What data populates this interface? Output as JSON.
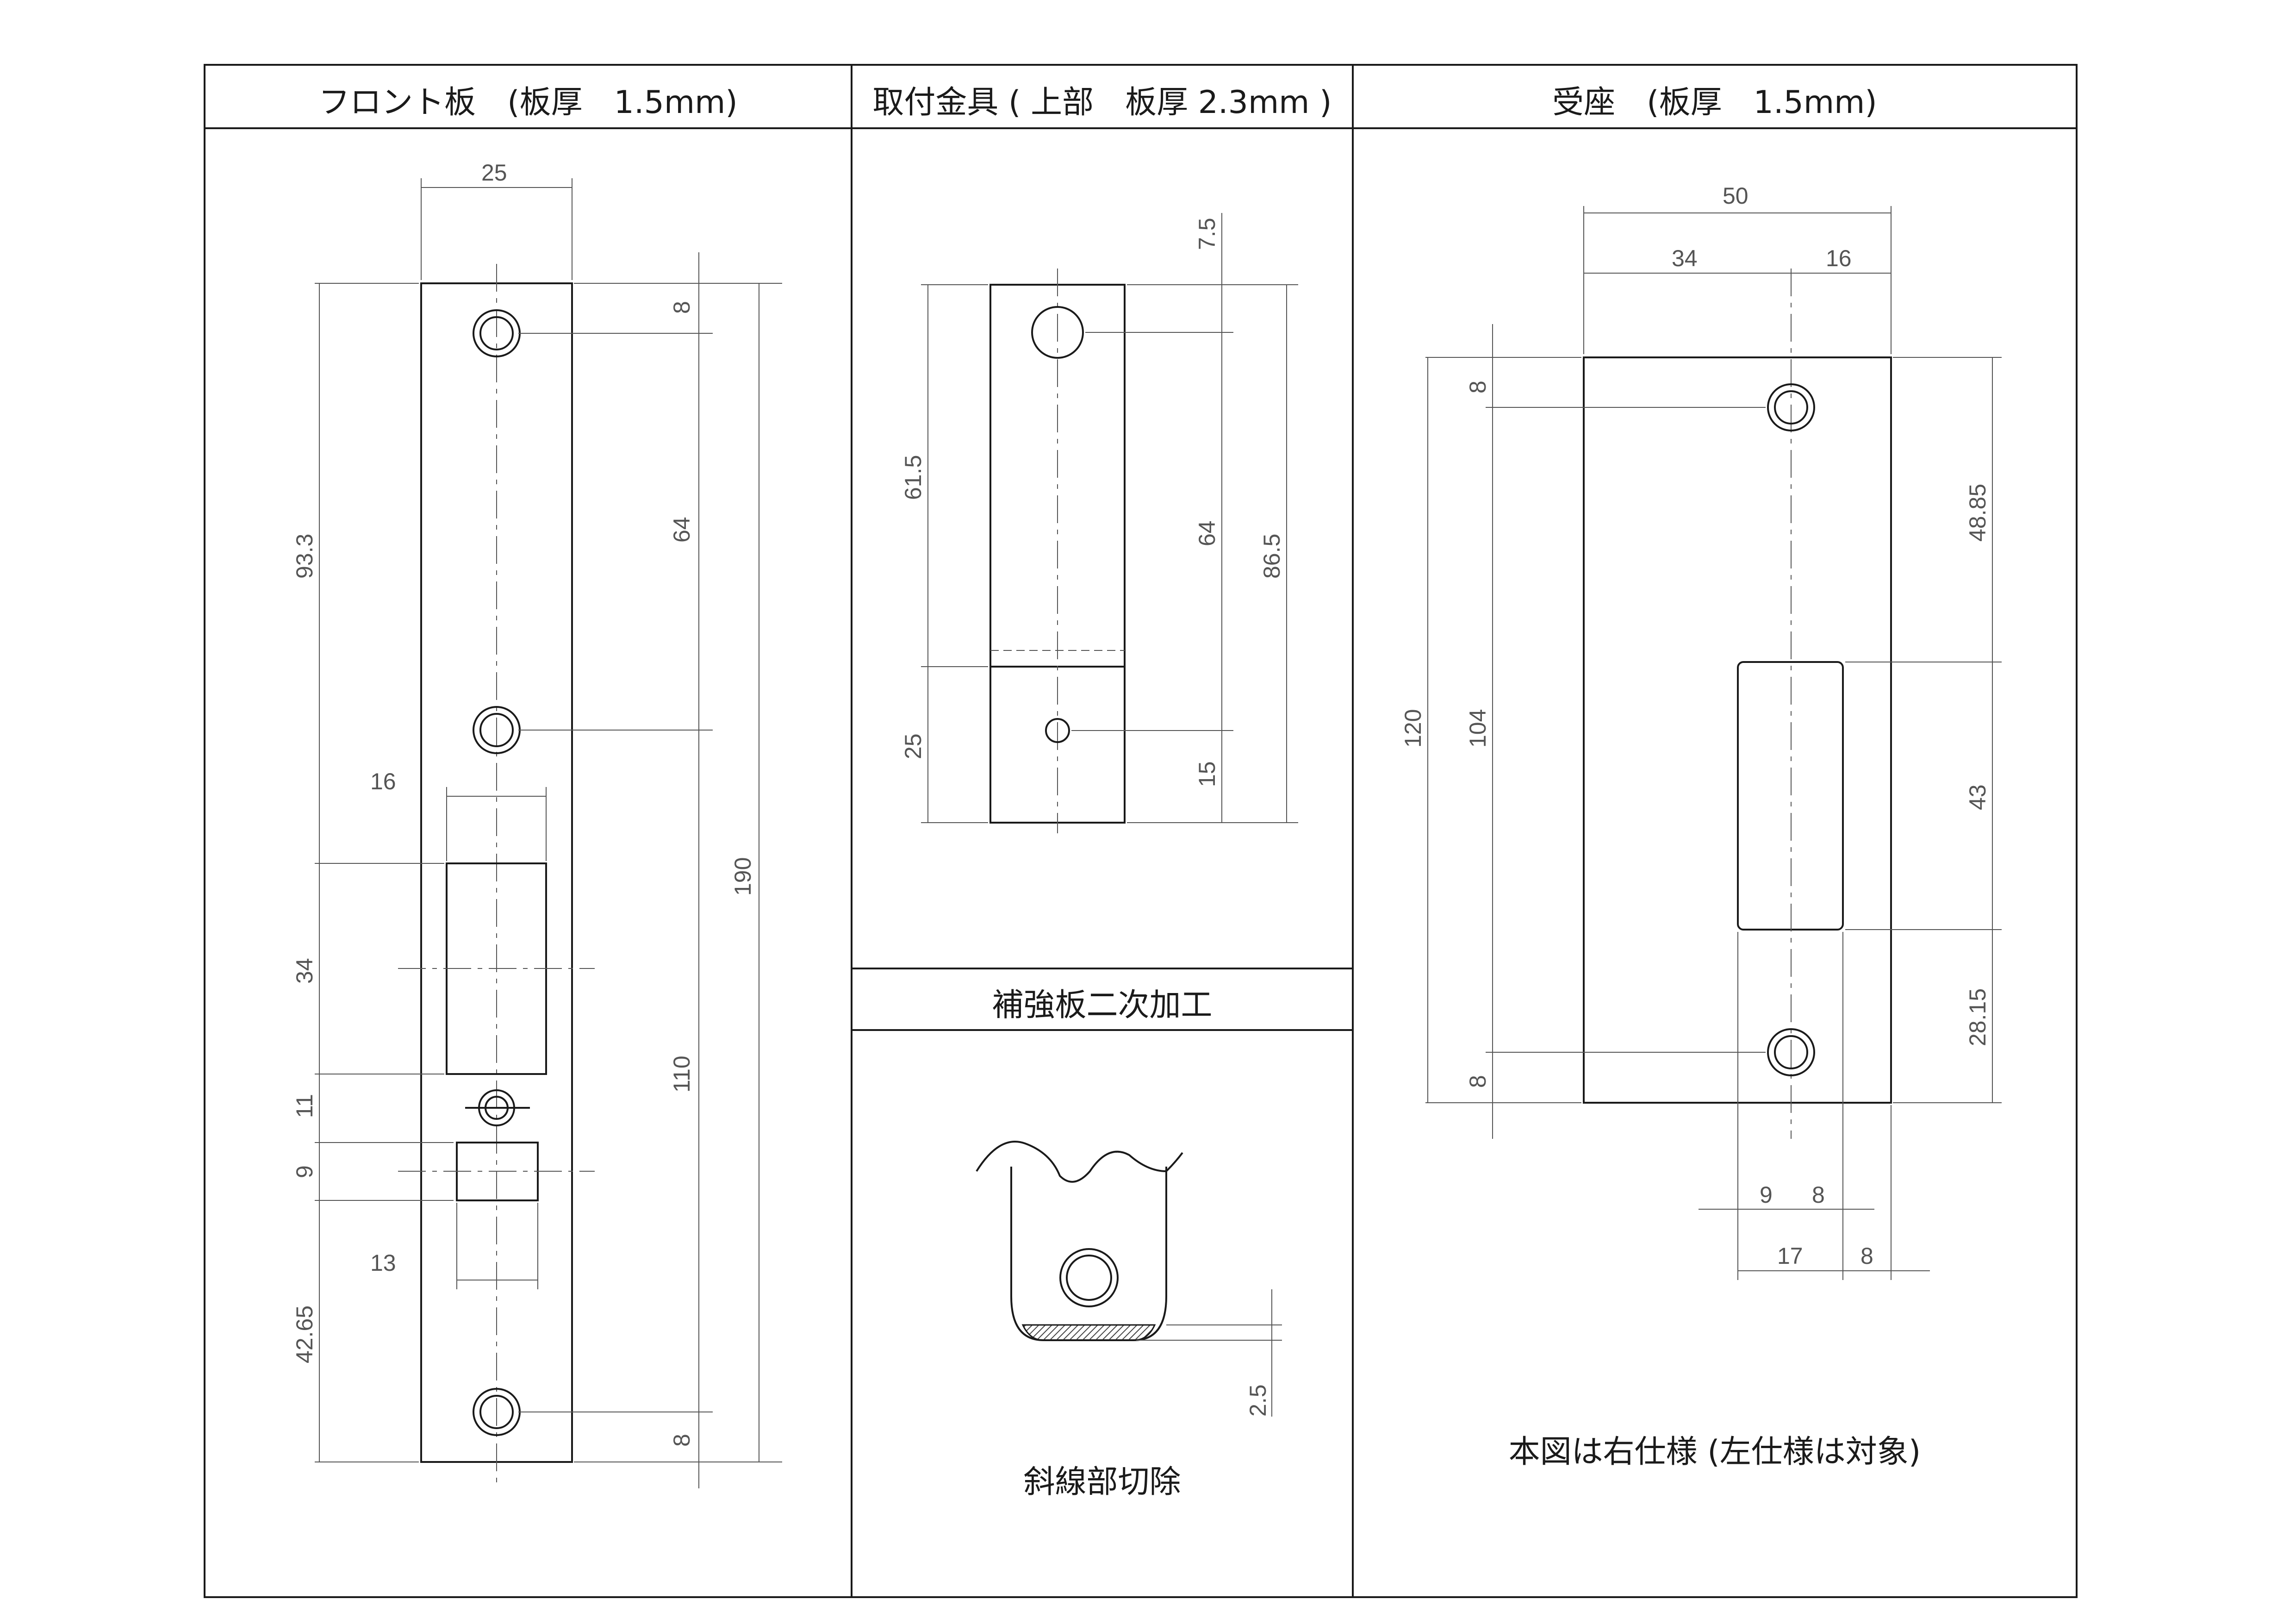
{
  "panels": {
    "front": {
      "title": "フロント板　(板厚　1.5mm)"
    },
    "bracket": {
      "title": "取付金具 ( 上部　板厚 2.3mm )"
    },
    "reinforce": {
      "title": "補強板二次加工",
      "note": "斜線部切除"
    },
    "strike": {
      "title": "受座　(板厚　1.5mm)",
      "note": "本図は右仕様 (左仕様は対象)"
    }
  },
  "dimensions": {
    "front": {
      "width": "25",
      "top_offset": "8",
      "hole_pitch_upper": "64",
      "upper_to_opening": "93.3",
      "opening_width": "16",
      "opening_height": "34",
      "pin_gap": "11",
      "small_opening_height": "9",
      "small_opening_width": "13",
      "lower_segment": "42.65",
      "hole_pitch_lower": "110",
      "overall_height": "190",
      "bottom_offset": "8"
    },
    "bracket": {
      "top_offset": "7.5",
      "upper_length": "61.5",
      "hole_pitch": "64",
      "overall_height": "86.5",
      "lower_length": "25",
      "bottom_offset": "15"
    },
    "reinforce": {
      "cut_depth": "2.5"
    },
    "strike": {
      "overall_width": "50",
      "width_left": "34",
      "width_right": "16",
      "top_offset": "8",
      "hole_pitch": "104",
      "overall_height": "120",
      "bottom_offset": "8",
      "upper_segment": "48.85",
      "opening_height": "43",
      "lower_segment": "28.15",
      "offset_left": "9",
      "offset_right": "8",
      "opening_width": "17",
      "edge_margin": "8"
    }
  },
  "colors": {
    "line": "#1a1a1a",
    "dimension": "#555555",
    "hatch": "#444444"
  }
}
